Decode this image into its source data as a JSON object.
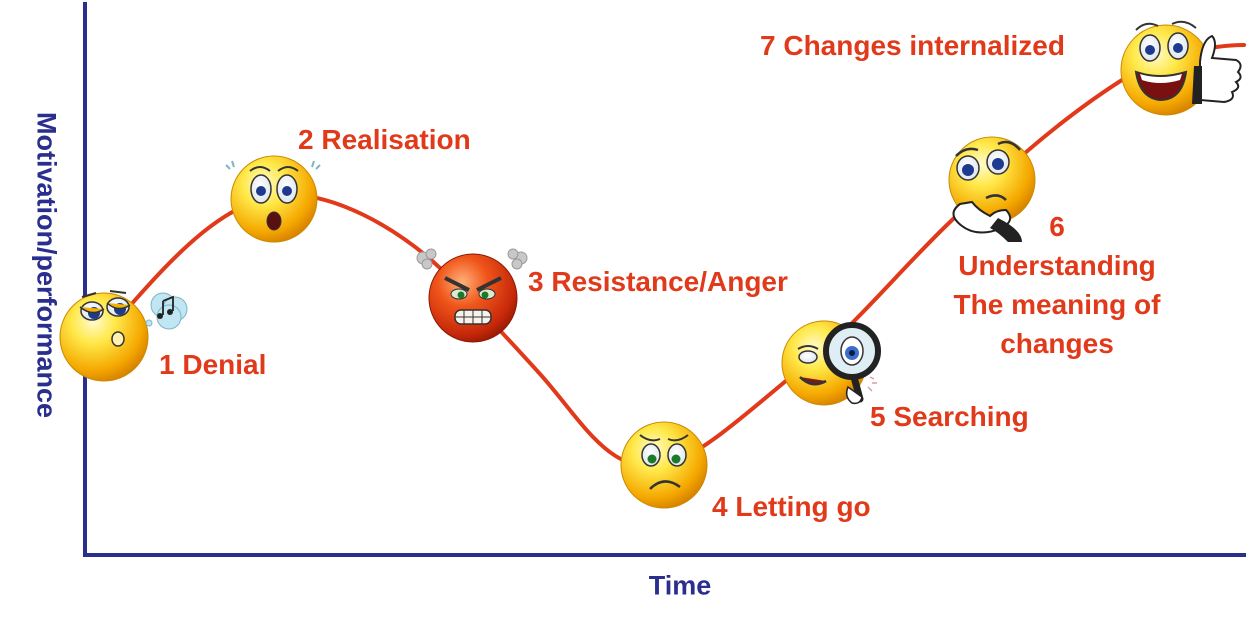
{
  "axes": {
    "y_label": "Motivation/performance",
    "x_label": "Time",
    "axis_color": "#2a2f8f"
  },
  "curve_color": "#e03a1b",
  "stages": [
    {
      "label": "1 Denial",
      "face": "dreamy-face-icon"
    },
    {
      "label": "2 Realisation",
      "face": "surprised-face-icon"
    },
    {
      "label": "3 Resistance/Anger",
      "face": "angry-face-icon"
    },
    {
      "label": "4 Letting  go",
      "face": "sad-face-icon"
    },
    {
      "label": "5 Searching",
      "face": "magnifier-face-icon"
    },
    {
      "lines": [
        "6",
        "Understanding",
        "The meaning  of",
        "changes"
      ],
      "face": "thinking-face-icon"
    },
    {
      "label": "7 Changes internalized",
      "face": "thumbs-up-face-icon"
    }
  ]
}
